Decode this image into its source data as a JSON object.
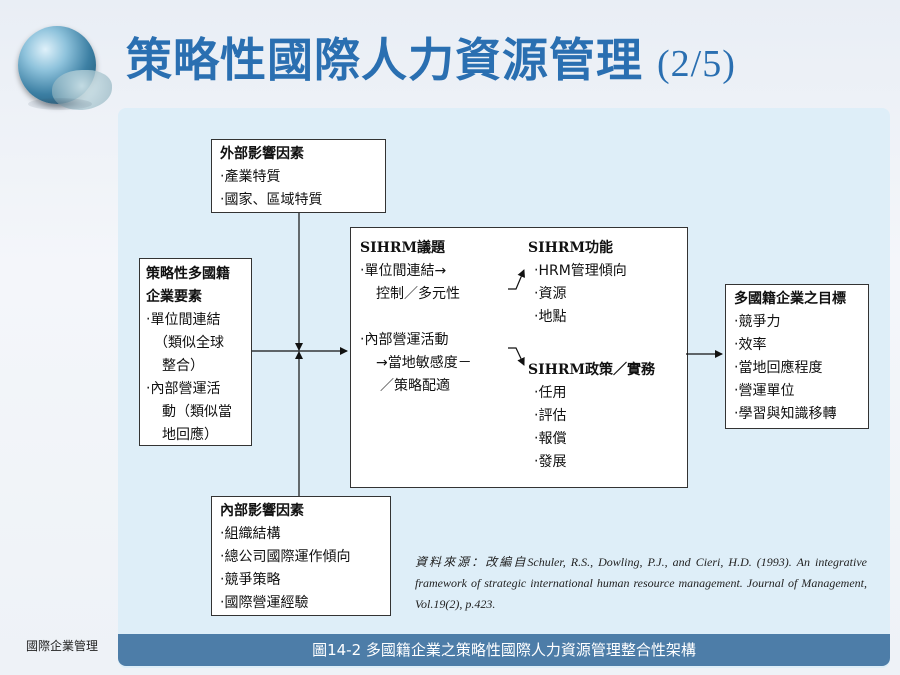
{
  "slide": {
    "title": "策略性國際人力資源管理",
    "title_page": "(2/5)",
    "footer": "國際企業管理"
  },
  "diagram": {
    "external": {
      "title": "外部影響因素",
      "items": [
        "‧產業特質",
        "‧國家、區域特質"
      ]
    },
    "strategic": {
      "title_lines": [
        "策略性多國籍",
        "企業要素"
      ],
      "items": [
        "‧單位間連結",
        "（類似全球",
        "整合）",
        "‧內部營運活",
        "動（類似當",
        "地回應）"
      ]
    },
    "issues": {
      "title": "SIHRM議題",
      "items": [
        "‧單位間連結→",
        "控制／多元性",
        "",
        "‧內部營運活動",
        "→當地敏感度－",
        "／策略配適"
      ]
    },
    "functions": {
      "title": "SIHRM功能",
      "items": [
        "‧HRM管理傾向",
        "‧資源",
        "‧地點"
      ]
    },
    "policies": {
      "title": "SIHRM政策／實務",
      "items": [
        "‧任用",
        "‧評估",
        "‧報償",
        "‧發展"
      ]
    },
    "goals": {
      "title": "多國籍企業之目標",
      "items": [
        "‧競爭力",
        "‧效率",
        "‧當地回應程度",
        "‧營運單位",
        "‧學習與知識移轉"
      ]
    },
    "internal": {
      "title": "內部影響因素",
      "items": [
        "‧組織結構",
        "‧總公司國際運作傾向",
        "‧競爭策略",
        "‧國際營運經驗"
      ]
    },
    "source": "資料來源：改編自Schuler, R.S., Dowling, P.J., and Cieri, H.D. (1993). An integrative framework of strategic international human resource management. Journal of Management, Vol.19(2), p.423.",
    "caption": "圖14-2 多國籍企業之策略性國際人力資源管理整合性架構"
  }
}
